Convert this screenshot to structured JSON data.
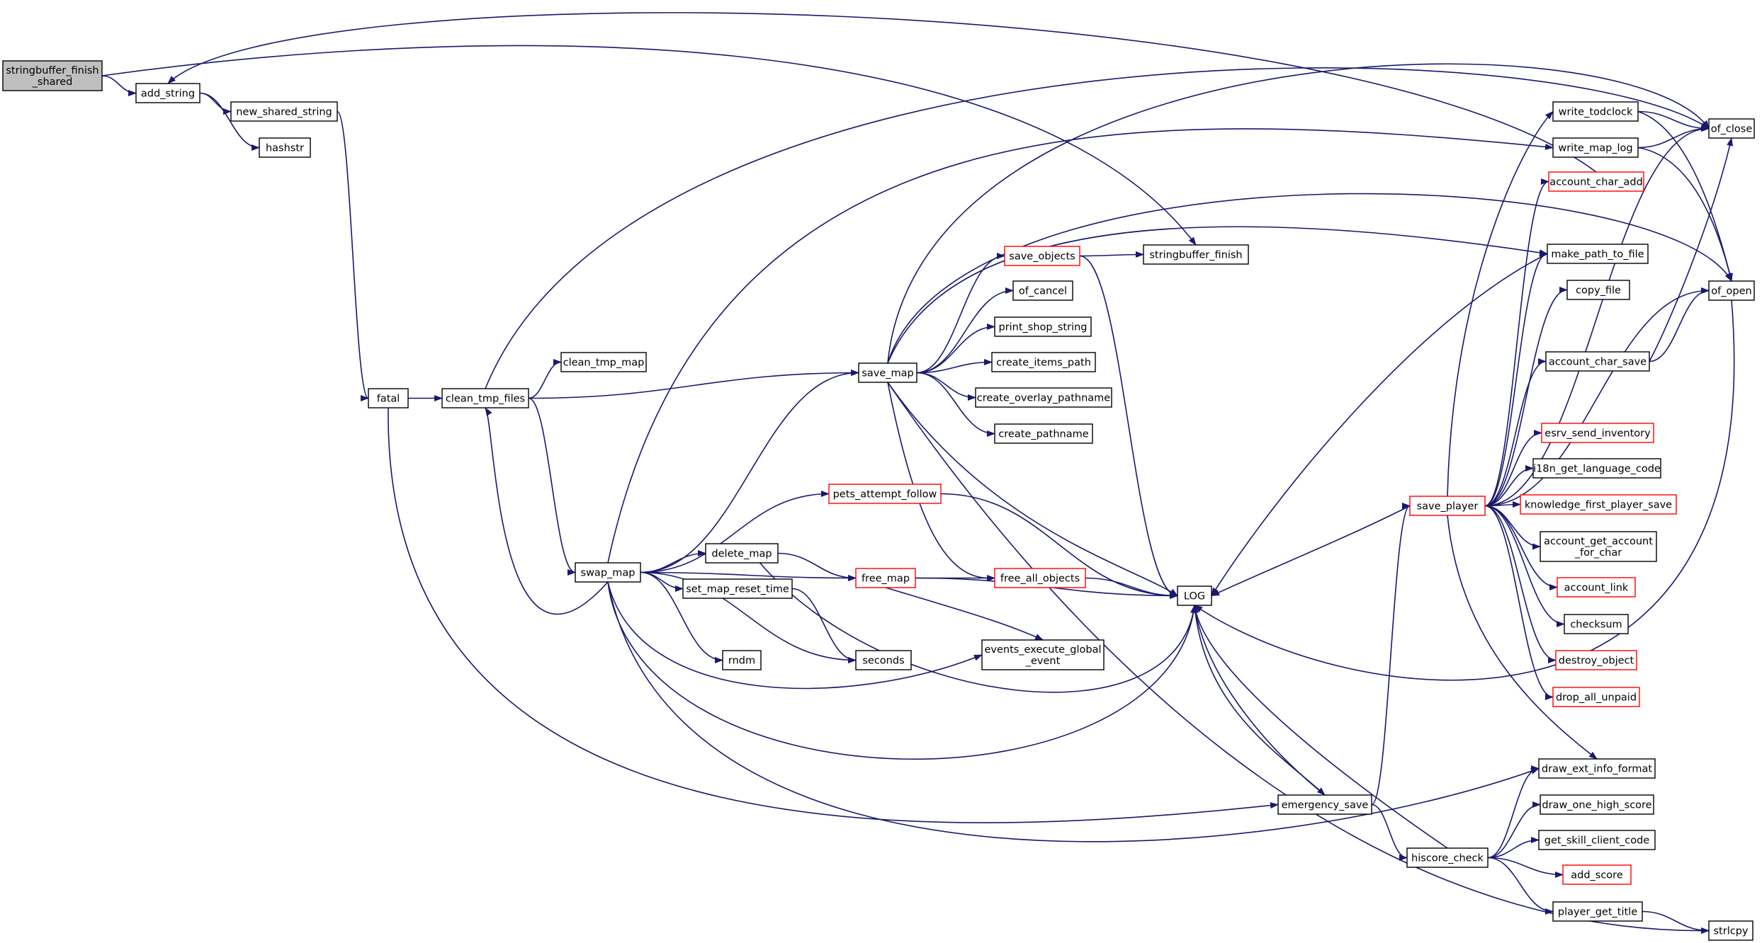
{
  "colors": {
    "edge": "#191970",
    "node_border": "#000000",
    "node_fill": "#ffffff",
    "node_text": "#000000",
    "root_fill": "#bfbfbf",
    "truncated_border": "#ff0000"
  },
  "nodes": [
    {
      "id": "root",
      "lines": [
        "stringbuffer_finish",
        "_shared"
      ],
      "style": "root"
    },
    {
      "id": "add_string",
      "lines": [
        "add_string"
      ],
      "style": "normal"
    },
    {
      "id": "new_shared_string",
      "lines": [
        "new_shared_string"
      ],
      "style": "normal"
    },
    {
      "id": "hashstr",
      "lines": [
        "hashstr"
      ],
      "style": "normal"
    },
    {
      "id": "fatal",
      "lines": [
        "fatal"
      ],
      "style": "normal"
    },
    {
      "id": "clean_tmp_files",
      "lines": [
        "clean_tmp_files"
      ],
      "style": "normal"
    },
    {
      "id": "clean_tmp_map",
      "lines": [
        "clean_tmp_map"
      ],
      "style": "normal"
    },
    {
      "id": "swap_map",
      "lines": [
        "swap_map"
      ],
      "style": "normal"
    },
    {
      "id": "save_map",
      "lines": [
        "save_map"
      ],
      "style": "normal"
    },
    {
      "id": "save_objects",
      "lines": [
        "save_objects"
      ],
      "style": "truncated"
    },
    {
      "id": "of_cancel",
      "lines": [
        "of_cancel"
      ],
      "style": "normal"
    },
    {
      "id": "print_shop_string",
      "lines": [
        "print_shop_string"
      ],
      "style": "normal"
    },
    {
      "id": "create_items_path",
      "lines": [
        "create_items_path"
      ],
      "style": "normal"
    },
    {
      "id": "create_overlay_pathname",
      "lines": [
        "create_overlay_pathname"
      ],
      "style": "normal"
    },
    {
      "id": "create_pathname",
      "lines": [
        "create_pathname"
      ],
      "style": "normal"
    },
    {
      "id": "stringbuffer_finish",
      "lines": [
        "stringbuffer_finish"
      ],
      "style": "normal"
    },
    {
      "id": "pets_attempt_follow",
      "lines": [
        "pets_attempt_follow"
      ],
      "style": "truncated"
    },
    {
      "id": "delete_map",
      "lines": [
        "delete_map"
      ],
      "style": "normal"
    },
    {
      "id": "free_map",
      "lines": [
        "free_map"
      ],
      "style": "truncated"
    },
    {
      "id": "free_all_objects",
      "lines": [
        "free_all_objects"
      ],
      "style": "truncated"
    },
    {
      "id": "set_map_reset_time",
      "lines": [
        "set_map_reset_time"
      ],
      "style": "normal"
    },
    {
      "id": "rndm",
      "lines": [
        "rndm"
      ],
      "style": "normal"
    },
    {
      "id": "seconds",
      "lines": [
        "seconds"
      ],
      "style": "normal"
    },
    {
      "id": "events_execute_global_event",
      "lines": [
        "events_execute_global",
        "_event"
      ],
      "style": "normal"
    },
    {
      "id": "LOG",
      "lines": [
        "LOG"
      ],
      "style": "normal"
    },
    {
      "id": "emergency_save",
      "lines": [
        "emergency_save"
      ],
      "style": "normal"
    },
    {
      "id": "hiscore_check",
      "lines": [
        "hiscore_check"
      ],
      "style": "normal"
    },
    {
      "id": "write_todclock",
      "lines": [
        "write_todclock"
      ],
      "style": "normal"
    },
    {
      "id": "write_map_log",
      "lines": [
        "write_map_log"
      ],
      "style": "normal"
    },
    {
      "id": "account_char_add",
      "lines": [
        "account_char_add"
      ],
      "style": "truncated"
    },
    {
      "id": "make_path_to_file",
      "lines": [
        "make_path_to_file"
      ],
      "style": "normal"
    },
    {
      "id": "copy_file",
      "lines": [
        "copy_file"
      ],
      "style": "normal"
    },
    {
      "id": "account_char_save",
      "lines": [
        "account_char_save"
      ],
      "style": "normal"
    },
    {
      "id": "esrv_send_inventory",
      "lines": [
        "esrv_send_inventory"
      ],
      "style": "truncated"
    },
    {
      "id": "i18n_get_language_code",
      "lines": [
        "i18n_get_language_code"
      ],
      "style": "normal"
    },
    {
      "id": "save_player",
      "lines": [
        "save_player"
      ],
      "style": "truncated"
    },
    {
      "id": "knowledge_first_player_save",
      "lines": [
        "knowledge_first_player_save"
      ],
      "style": "truncated"
    },
    {
      "id": "account_get_account_for_char",
      "lines": [
        "account_get_account",
        "_for_char"
      ],
      "style": "normal"
    },
    {
      "id": "account_link",
      "lines": [
        "account_link"
      ],
      "style": "truncated"
    },
    {
      "id": "checksum",
      "lines": [
        "checksum"
      ],
      "style": "normal"
    },
    {
      "id": "destroy_object",
      "lines": [
        "destroy_object"
      ],
      "style": "truncated"
    },
    {
      "id": "drop_all_unpaid",
      "lines": [
        "drop_all_unpaid"
      ],
      "style": "truncated"
    },
    {
      "id": "draw_ext_info_format",
      "lines": [
        "draw_ext_info_format"
      ],
      "style": "normal"
    },
    {
      "id": "draw_one_high_score",
      "lines": [
        "draw_one_high_score"
      ],
      "style": "normal"
    },
    {
      "id": "get_skill_client_code",
      "lines": [
        "get_skill_client_code"
      ],
      "style": "normal"
    },
    {
      "id": "add_score",
      "lines": [
        "add_score"
      ],
      "style": "truncated"
    },
    {
      "id": "player_get_title",
      "lines": [
        "player_get_title"
      ],
      "style": "normal"
    },
    {
      "id": "strlcpy",
      "lines": [
        "strlcpy"
      ],
      "style": "normal"
    },
    {
      "id": "of_close",
      "lines": [
        "of_close"
      ],
      "style": "normal"
    },
    {
      "id": "of_open",
      "lines": [
        "of_open"
      ],
      "style": "normal"
    }
  ],
  "edges": [
    {
      "from": "root",
      "to": "add_string"
    },
    {
      "from": "root",
      "to": "stringbuffer_finish"
    },
    {
      "from": "add_string",
      "to": "new_shared_string"
    },
    {
      "from": "add_string",
      "to": "hashstr"
    },
    {
      "from": "new_shared_string",
      "to": "fatal"
    },
    {
      "from": "fatal",
      "to": "clean_tmp_files"
    },
    {
      "from": "fatal",
      "to": "emergency_save"
    },
    {
      "from": "clean_tmp_files",
      "to": "clean_tmp_map"
    },
    {
      "from": "clean_tmp_files",
      "to": "save_map"
    },
    {
      "from": "clean_tmp_files",
      "to": "swap_map"
    },
    {
      "from": "clean_tmp_files",
      "to": "of_close"
    },
    {
      "from": "swap_map",
      "to": "clean_tmp_files"
    },
    {
      "from": "swap_map",
      "to": "save_map"
    },
    {
      "from": "swap_map",
      "to": "pets_attempt_follow"
    },
    {
      "from": "swap_map",
      "to": "delete_map"
    },
    {
      "from": "swap_map",
      "to": "free_map"
    },
    {
      "from": "swap_map",
      "to": "set_map_reset_time"
    },
    {
      "from": "swap_map",
      "to": "rndm"
    },
    {
      "from": "swap_map",
      "to": "seconds"
    },
    {
      "from": "swap_map",
      "to": "events_execute_global_event"
    },
    {
      "from": "swap_map",
      "to": "LOG"
    },
    {
      "from": "swap_map",
      "to": "write_map_log"
    },
    {
      "from": "swap_map",
      "to": "draw_ext_info_format"
    },
    {
      "from": "save_map",
      "to": "save_objects"
    },
    {
      "from": "save_map",
      "to": "of_cancel"
    },
    {
      "from": "save_map",
      "to": "print_shop_string"
    },
    {
      "from": "save_map",
      "to": "create_items_path"
    },
    {
      "from": "save_map",
      "to": "create_overlay_pathname"
    },
    {
      "from": "save_map",
      "to": "create_pathname"
    },
    {
      "from": "save_map",
      "to": "LOG"
    },
    {
      "from": "save_map",
      "to": "free_all_objects"
    },
    {
      "from": "save_map",
      "to": "of_close"
    },
    {
      "from": "save_map",
      "to": "of_open"
    },
    {
      "from": "save_map",
      "to": "make_path_to_file"
    },
    {
      "from": "save_map",
      "to": "strlcpy"
    },
    {
      "from": "save_objects",
      "to": "stringbuffer_finish"
    },
    {
      "from": "save_objects",
      "to": "LOG"
    },
    {
      "from": "pets_attempt_follow",
      "to": "LOG"
    },
    {
      "from": "delete_map",
      "to": "free_map"
    },
    {
      "from": "delete_map",
      "to": "LOG"
    },
    {
      "from": "free_map",
      "to": "free_all_objects"
    },
    {
      "from": "free_map",
      "to": "LOG"
    },
    {
      "from": "free_map",
      "to": "events_execute_global_event"
    },
    {
      "from": "free_all_objects",
      "to": "LOG"
    },
    {
      "from": "set_map_reset_time",
      "to": "seconds"
    },
    {
      "from": "LOG",
      "to": "emergency_save"
    },
    {
      "from": "emergency_save",
      "to": "LOG"
    },
    {
      "from": "emergency_save",
      "to": "save_player"
    },
    {
      "from": "emergency_save",
      "to": "hiscore_check"
    },
    {
      "from": "hiscore_check",
      "to": "LOG"
    },
    {
      "from": "hiscore_check",
      "to": "draw_ext_info_format"
    },
    {
      "from": "hiscore_check",
      "to": "draw_one_high_score"
    },
    {
      "from": "hiscore_check",
      "to": "get_skill_client_code"
    },
    {
      "from": "hiscore_check",
      "to": "add_score"
    },
    {
      "from": "hiscore_check",
      "to": "player_get_title"
    },
    {
      "from": "player_get_title",
      "to": "strlcpy"
    },
    {
      "from": "save_player",
      "to": "LOG"
    },
    {
      "from": "save_player",
      "to": "account_char_add"
    },
    {
      "from": "save_player",
      "to": "make_path_to_file"
    },
    {
      "from": "save_player",
      "to": "copy_file"
    },
    {
      "from": "save_player",
      "to": "account_char_save"
    },
    {
      "from": "save_player",
      "to": "esrv_send_inventory"
    },
    {
      "from": "save_player",
      "to": "i18n_get_language_code"
    },
    {
      "from": "save_player",
      "to": "knowledge_first_player_save"
    },
    {
      "from": "save_player",
      "to": "account_get_account_for_char"
    },
    {
      "from": "save_player",
      "to": "account_link"
    },
    {
      "from": "save_player",
      "to": "checksum"
    },
    {
      "from": "save_player",
      "to": "destroy_object"
    },
    {
      "from": "save_player",
      "to": "drop_all_unpaid"
    },
    {
      "from": "save_player",
      "to": "draw_ext_info_format"
    },
    {
      "from": "save_player",
      "to": "of_close"
    },
    {
      "from": "save_player",
      "to": "of_open"
    },
    {
      "from": "save_player",
      "to": "write_todclock"
    },
    {
      "from": "account_char_add",
      "to": "add_string"
    },
    {
      "from": "account_char_save",
      "to": "of_close"
    },
    {
      "from": "account_char_save",
      "to": "of_open"
    },
    {
      "from": "write_todclock",
      "to": "of_close"
    },
    {
      "from": "write_todclock",
      "to": "of_open"
    },
    {
      "from": "write_map_log",
      "to": "of_close"
    },
    {
      "from": "write_map_log",
      "to": "of_open"
    },
    {
      "from": "of_open",
      "to": "LOG"
    },
    {
      "from": "make_path_to_file",
      "to": "LOG"
    }
  ]
}
